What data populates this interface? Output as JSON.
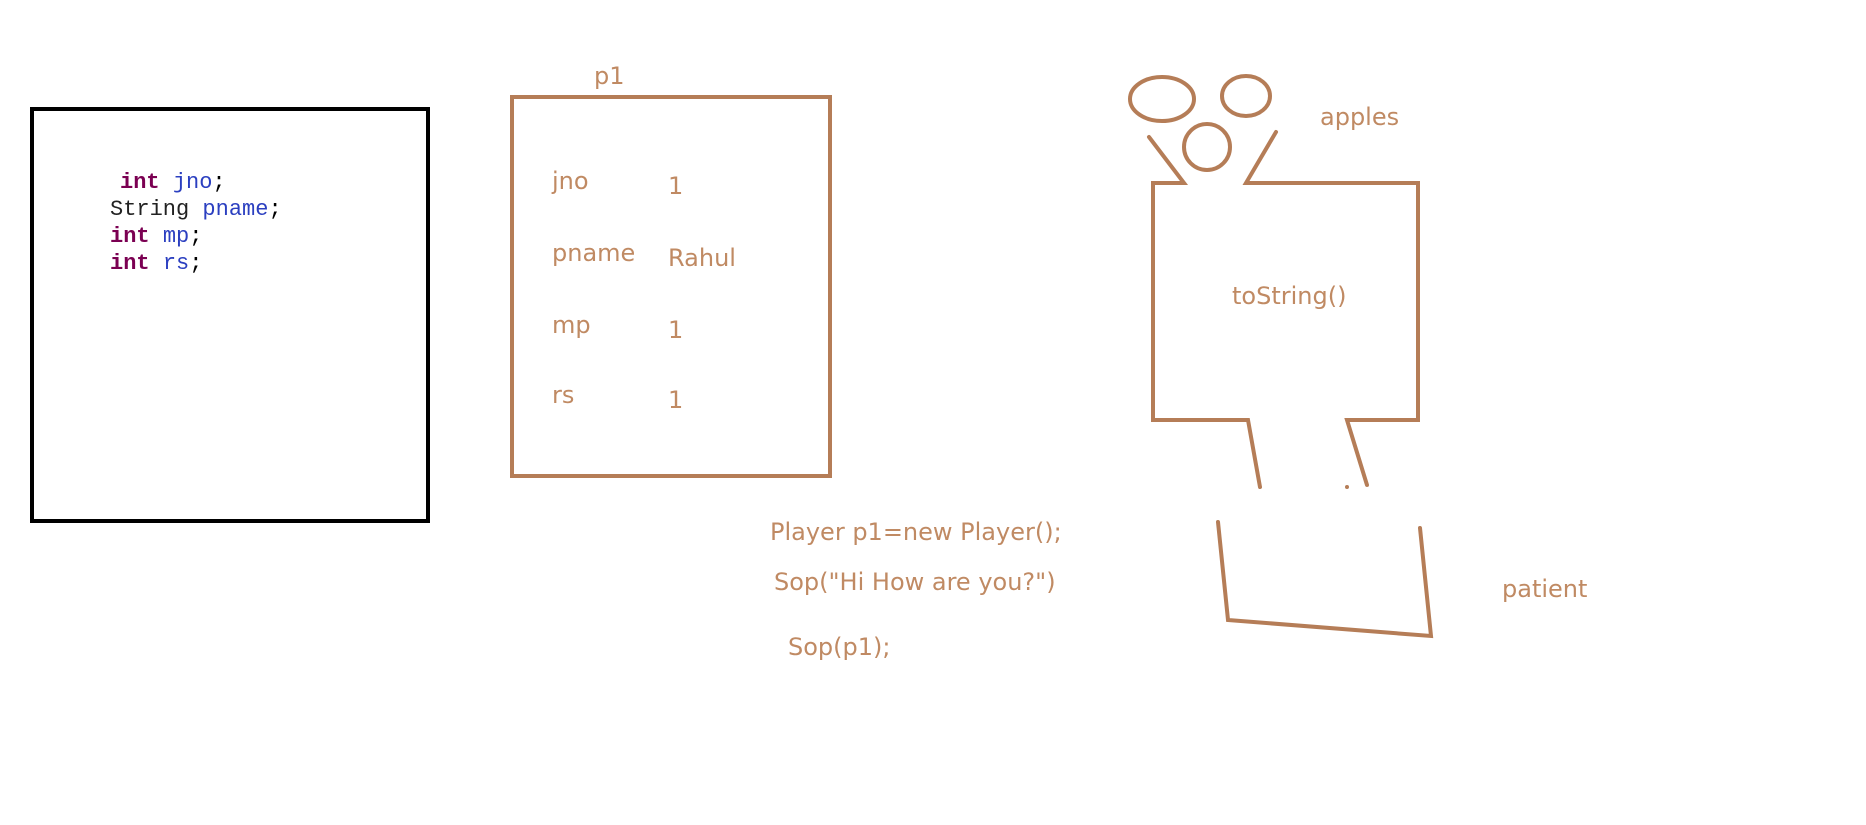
{
  "code_panel": {
    "lines": [
      {
        "type": "int",
        "name": "jno",
        "punct": ";"
      },
      {
        "type": "String",
        "name": "pname",
        "punct": ";"
      },
      {
        "type": "int",
        "name": "mp",
        "punct": ";"
      },
      {
        "type": "int",
        "name": "rs",
        "punct": ";"
      }
    ]
  },
  "object": {
    "label": "p1",
    "fields": [
      {
        "name": "jno",
        "value": "1"
      },
      {
        "name": "pname",
        "value": "Rahul"
      },
      {
        "name": "mp",
        "value": "1"
      },
      {
        "name": "rs",
        "value": "1"
      }
    ]
  },
  "notes": {
    "line1": "Player p1=new Player();",
    "line2": "Sop(\"Hi How are you?\")",
    "line3": "Sop(p1);"
  },
  "machine": {
    "label": "toString()",
    "input_label": "apples",
    "output_label": "patient"
  },
  "colors": {
    "ink": "#b57d57",
    "text": "#c08a63",
    "keyword": "#7b0052",
    "identifier": "#2b3fc0"
  }
}
